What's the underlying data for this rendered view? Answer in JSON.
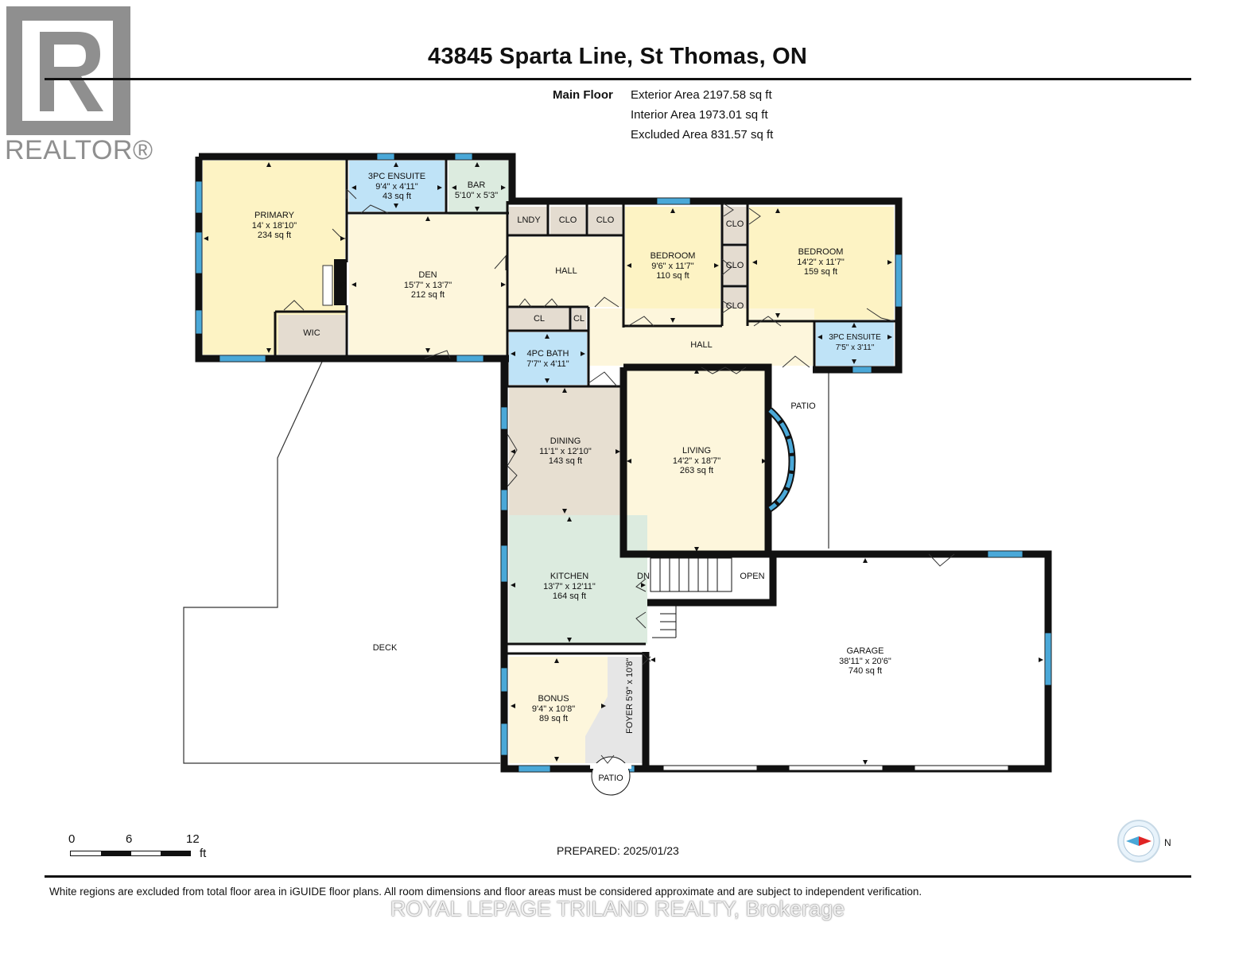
{
  "header": {
    "title": "43845 Sparta Line, St Thomas, ON",
    "floor_name": "Main Floor",
    "exterior_area": "Exterior Area 2197.58 sq ft",
    "interior_area": "Interior Area 1973.01 sq ft",
    "excluded_area": "Excluded Area 831.57 sq ft"
  },
  "logo": {
    "name": "REALTOR®",
    "brand_color": "#8f8f8f"
  },
  "colors": {
    "wall": "#111111",
    "window": "#4aa8d8",
    "bedroom": "#fdf3c4",
    "living": "#fdf6dc",
    "bath": "#bfe3f7",
    "kitchen": "#dcebdf",
    "dining": "#e7dfd1",
    "storage": "#e4dcd0",
    "excluded": "#ffffff"
  },
  "rooms": {
    "primary": {
      "name": "PRIMARY",
      "dims": "14' x 18'10\"",
      "area": "234 sq ft"
    },
    "ensuite1": {
      "name": "3PC ENSUITE",
      "dims": "9'4\" x 4'11\"",
      "area": "43 sq ft"
    },
    "bar": {
      "name": "BAR",
      "dims": "5'10\" x 5'3\""
    },
    "den": {
      "name": "DEN",
      "dims": "15'7\" x 13'7\"",
      "area": "212 sq ft"
    },
    "fp": "F/P",
    "wic": "WIC",
    "lndy": "LNDY",
    "clo1": "CLO",
    "clo2": "CLO",
    "clo3": "CLO",
    "clo4": "CLO",
    "clo5": "CLO",
    "hall1": "HALL",
    "cl1": "CL",
    "cl2": "CL",
    "bedroom1": {
      "name": "BEDROOM",
      "dims": "9'6\" x 11'7\"",
      "area": "110 sq ft"
    },
    "bedroom2": {
      "name": "BEDROOM",
      "dims": "14'2\" x 11'7\"",
      "area": "159 sq ft"
    },
    "ensuite2": {
      "name": "3PC ENSUITE",
      "dims": "7'5\" x 3'11\""
    },
    "bath4": {
      "name": "4PC BATH",
      "dims": "7'7\" x 4'11\""
    },
    "hall2": "HALL",
    "patio1": "PATIO",
    "dining": {
      "name": "DINING",
      "dims": "11'1\" x 12'10\"",
      "area": "143 sq ft"
    },
    "living": {
      "name": "LIVING",
      "dims": "14'2\" x 18'7\"",
      "area": "263 sq ft"
    },
    "kitchen": {
      "name": "KITCHEN",
      "dims": "13'7\" x 12'11\"",
      "area": "164 sq ft"
    },
    "stairs_dn": "DN",
    "stairs_open": "OPEN",
    "deck": "DECK",
    "garage": {
      "name": "GARAGE",
      "dims": "38'11\" x 20'6\"",
      "area": "740 sq ft"
    },
    "bonus": {
      "name": "BONUS",
      "dims": "9'4\" x 10'8\"",
      "area": "89 sq ft"
    },
    "foyer": "FOYER 5'9\" x 10'8\"",
    "patio2": "PATIO"
  },
  "scale": {
    "labels": [
      "0",
      "6",
      "12"
    ],
    "unit": "ft"
  },
  "compass": {
    "direction": "N"
  },
  "prepared": "PREPARED: 2025/01/23",
  "disclaimer": "White regions are excluded from total floor area in iGUIDE floor plans. All room dimensions and floor areas must be considered approximate and are subject to independent verification.",
  "watermark": "ROYAL LEPAGE TRILAND REALTY, Brokerage"
}
